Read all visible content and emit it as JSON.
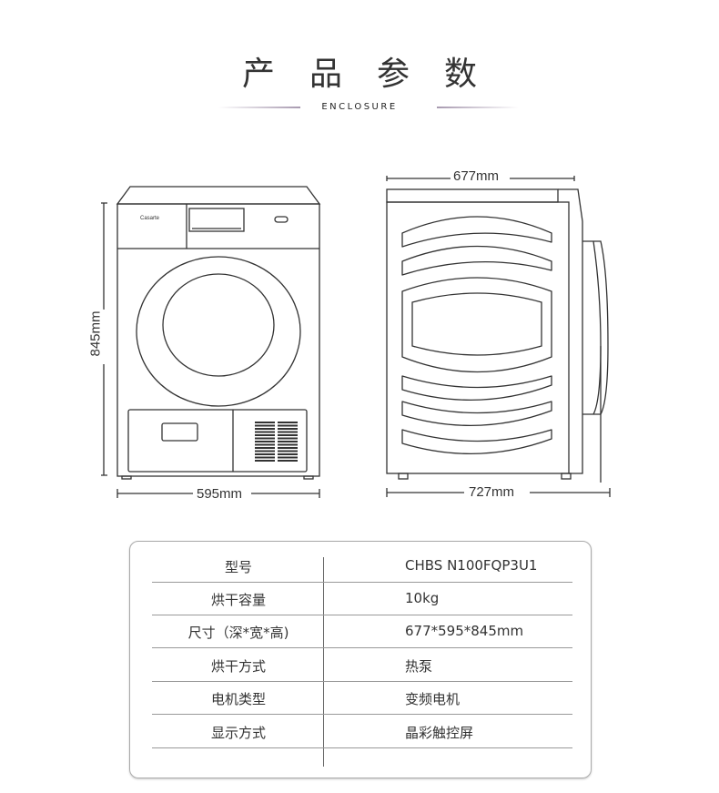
{
  "header": {
    "title": "产品参数",
    "subtitle": "ENCLOSURE"
  },
  "front_view": {
    "brand": "Casarte",
    "height": "845mm",
    "width": "595mm"
  },
  "side_view": {
    "depth_body": "677mm",
    "depth_total": "727mm"
  },
  "specs": [
    {
      "label": "型号",
      "value": "CHBS N100FQP3U1"
    },
    {
      "label": "烘干容量",
      "value": "10kg"
    },
    {
      "label": "尺寸（深*宽*高)",
      "value": "677*595*845mm"
    },
    {
      "label": "烘干方式",
      "value": "热泵"
    },
    {
      "label": "电机类型",
      "value": "变频电机"
    },
    {
      "label": "显示方式",
      "value": "晶彩触控屏"
    }
  ]
}
